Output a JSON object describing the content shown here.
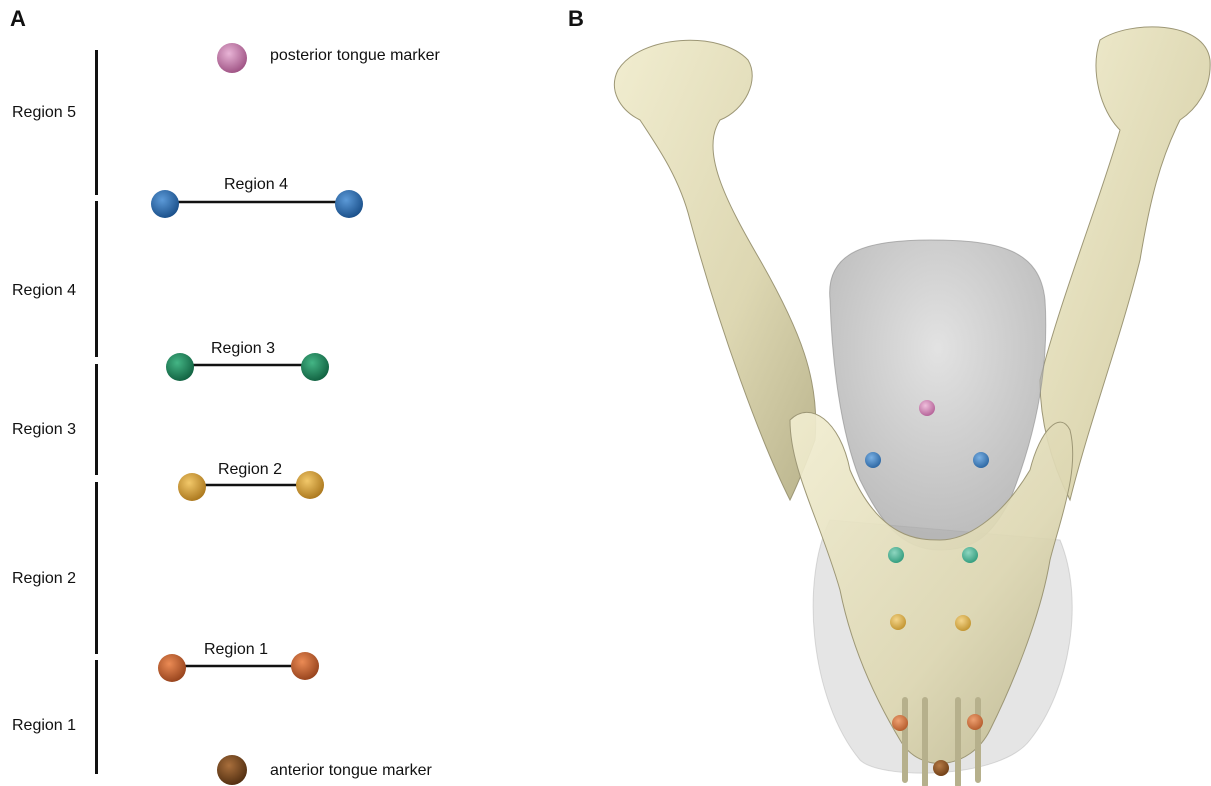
{
  "panels": {
    "a": "A",
    "b": "B"
  },
  "regions": [
    "Region 5",
    "Region 4",
    "Region 3",
    "Region 2",
    "Region 1"
  ],
  "pairs": [
    "Region 4",
    "Region 3",
    "Region 2",
    "Region 1"
  ],
  "markers": {
    "posterior": "posterior tongue marker",
    "anterior": "anterior tongue marker"
  },
  "colors": {
    "posterior": "#c27ba8",
    "region4": "#2b6fb5",
    "region3": "#1d8a5e",
    "region2": "#d9a233",
    "region1": "#c8612a",
    "anterior": "#7a4a1f",
    "bone": "#e6e1bf",
    "tongue": "#bfbfbf"
  }
}
